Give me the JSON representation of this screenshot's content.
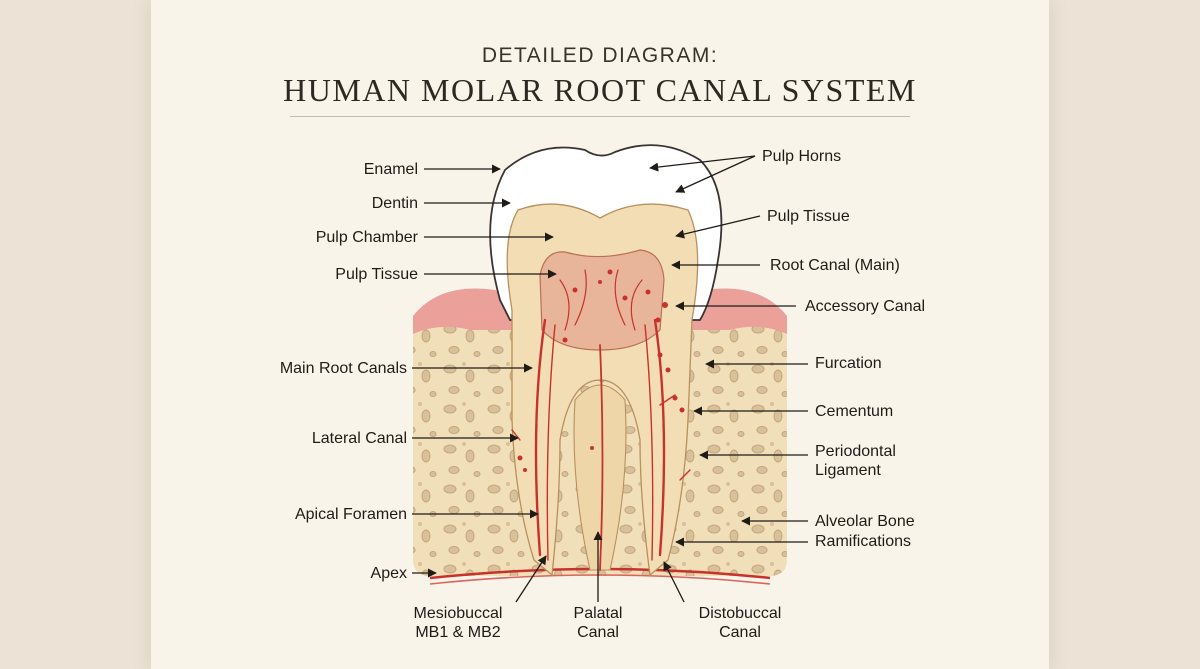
{
  "header": {
    "subtitle": "DETAILED DIAGRAM:",
    "title": "HUMAN MOLAR ROOT CANAL SYSTEM"
  },
  "labels": {
    "left": {
      "enamel": "Enamel",
      "dentin": "Dentin",
      "pulp_chamber": "Pulp Chamber",
      "pulp_tissue": "Pulp Tissue",
      "main_root_canals": "Main Root Canals",
      "lateral_canal": "Lateral Canal",
      "apical_foramen": "Apical Foramen",
      "apex": "Apex"
    },
    "right": {
      "pulp_horns": "Pulp Horns",
      "pulp_tissue": "Pulp Tissue",
      "root_canal_main": "Root Canal (Main)",
      "accessory_canal": "Accessory Canal",
      "furcation": "Furcation",
      "cementum": "Cementum",
      "periodontal_ligament_1": "Periodontal",
      "periodontal_ligament_2": "Ligament",
      "alveolar_bone": "Alveolar Bone",
      "ramifications": "Ramifications"
    },
    "bottom": {
      "mesiobuccal_1": "Mesiobuccal",
      "mesiobuccal_2": "MB1 & MB2",
      "palatal_1": "Palatal",
      "palatal_2": "Canal",
      "distobuccal_1": "Distobuccal",
      "distobuccal_2": "Canal"
    }
  },
  "colors": {
    "board": "#f8f4ea",
    "enamel": "#ffffff",
    "dentin": "#f3ddb4",
    "pulp": "#e9b59a",
    "bone": "#f1dfb9",
    "gum": "#eba09a",
    "vessel": "#c7322c"
  }
}
